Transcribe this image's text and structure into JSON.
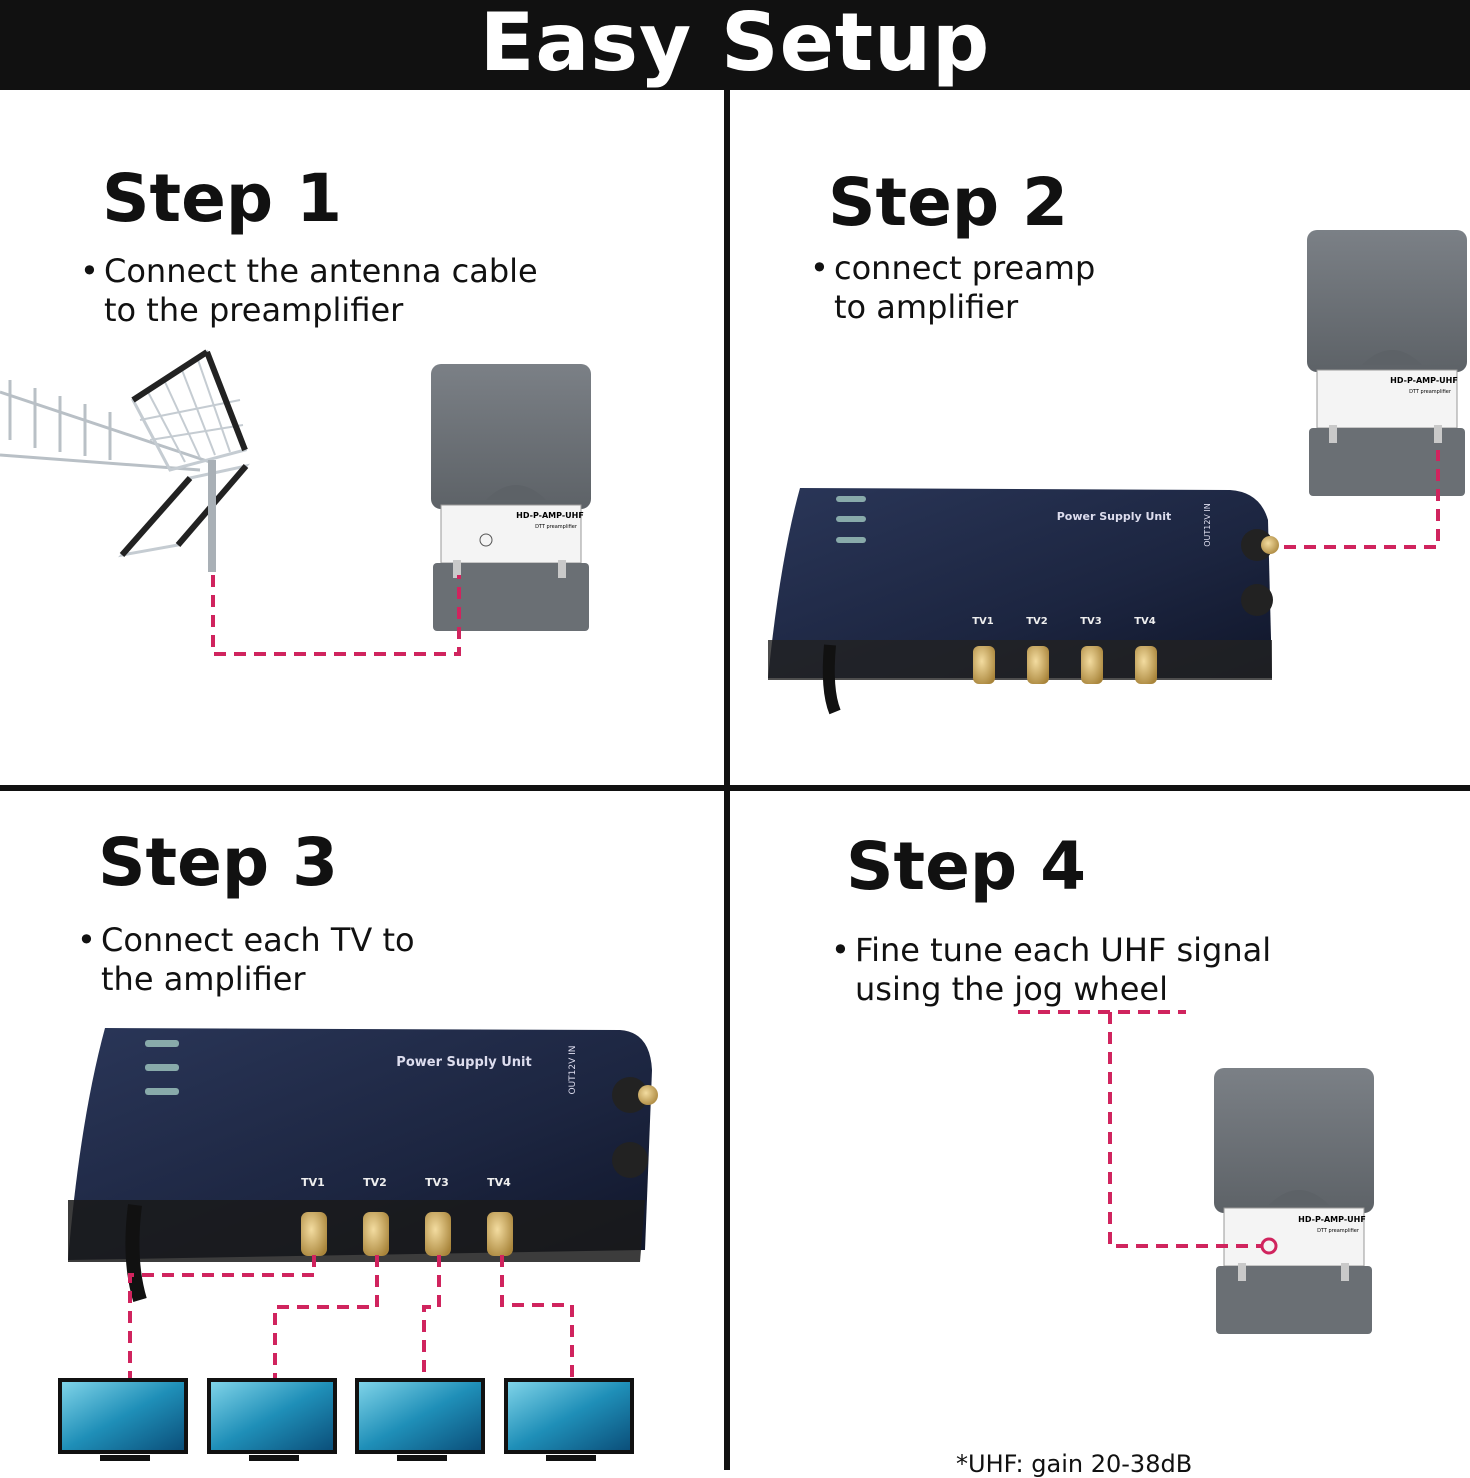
{
  "header": {
    "title": "Easy Setup"
  },
  "steps": [
    {
      "title": "Step 1",
      "lines": [
        "Connect the antenna cable",
        "to the preamplifier"
      ]
    },
    {
      "title": "Step 2",
      "lines": [
        "connect preamp",
        "to amplifier"
      ]
    },
    {
      "title": "Step 3",
      "lines": [
        "Connect each TV to",
        "the amplifier"
      ]
    },
    {
      "title": "Step 4",
      "lines": [
        "Fine tune each UHF signal",
        "using the jog wheel"
      ]
    }
  ],
  "devices": {
    "preamp_model": "HD-P-AMP-UHF",
    "preamp_subtitle": "DTT preamplifier",
    "psu_label": "Power Supply Unit",
    "psu_port_label": "OUT12V IN",
    "tv_ports": [
      "TV1",
      "TV2",
      "TV3",
      "TV4"
    ]
  },
  "footnote": "*UHF: gain 20-38dB",
  "colors": {
    "header_bg": "#111111",
    "connector_line": "#d0245e",
    "psu_body": "#1f2a44",
    "preamp_body": "#6e7378"
  }
}
